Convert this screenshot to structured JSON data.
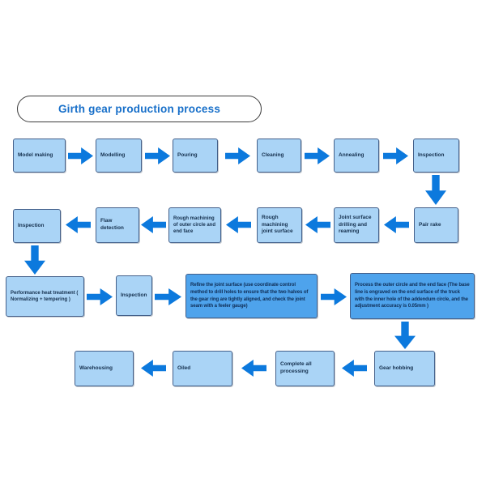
{
  "title": "Girth gear production process",
  "colors": {
    "title_text": "#176fc9",
    "box_fill": "#aad4f6",
    "box_fill_emphasis": "#4ea3ec",
    "box_border": "#44608a",
    "box_text": "#15304e",
    "arrow": "#0c79dd",
    "background": "#ffffff"
  },
  "nodes": {
    "model_making": "Model making",
    "modelling": "Modelling",
    "pouring": "Pouring",
    "cleaning": "Cleaning",
    "annealing": "Annealing",
    "inspection_after_annealing": "Inspection",
    "pair_rake": "Pair rake",
    "joint_surface_drilling_and_reaming": "Joint surface drilling and reaming",
    "rough_machining_joint_surface": "Rough machining joint surface",
    "rough_machining_outer_circle_end_face": "Rough machining of outer circle and end face",
    "flaw_detection": "Flaw detection",
    "inspection_after_flaw_detection": "Inspection",
    "performance_heat_treatment": "Performance heat treatment ( Normalizing + tempering )",
    "inspection_after_heat_treatment": "Inspection",
    "refine_joint_surface": "Refine the joint surface (use coordinate control method to drill holes to ensure that the two halves of the gear ring are tightly aligned, and check the joint seam with a feeler gauge)",
    "process_outer_circle_end_face": "Process the outer circle and the end face (The base line is engraved on the end surface of the truck with the inner hole of the addendum circle, and the adjustment accuracy is 0.05mm )",
    "gear_hobbing": "Gear hobbing",
    "complete_all_processing": "Complete all processing",
    "oiled": "Oiled",
    "warehousing": "Warehousing"
  },
  "edges": [
    {
      "from": "model_making",
      "to": "modelling",
      "direction": "right"
    },
    {
      "from": "modelling",
      "to": "pouring",
      "direction": "right"
    },
    {
      "from": "pouring",
      "to": "cleaning",
      "direction": "right"
    },
    {
      "from": "cleaning",
      "to": "annealing",
      "direction": "right"
    },
    {
      "from": "annealing",
      "to": "inspection_after_annealing",
      "direction": "right"
    },
    {
      "from": "inspection_after_annealing",
      "to": "pair_rake",
      "direction": "down"
    },
    {
      "from": "pair_rake",
      "to": "joint_surface_drilling_and_reaming",
      "direction": "left"
    },
    {
      "from": "joint_surface_drilling_and_reaming",
      "to": "rough_machining_joint_surface",
      "direction": "left"
    },
    {
      "from": "rough_machining_joint_surface",
      "to": "rough_machining_outer_circle_end_face",
      "direction": "left"
    },
    {
      "from": "rough_machining_outer_circle_end_face",
      "to": "flaw_detection",
      "direction": "left"
    },
    {
      "from": "flaw_detection",
      "to": "inspection_after_flaw_detection",
      "direction": "left"
    },
    {
      "from": "inspection_after_flaw_detection",
      "to": "performance_heat_treatment",
      "direction": "down"
    },
    {
      "from": "performance_heat_treatment",
      "to": "inspection_after_heat_treatment",
      "direction": "right"
    },
    {
      "from": "inspection_after_heat_treatment",
      "to": "refine_joint_surface",
      "direction": "right"
    },
    {
      "from": "refine_joint_surface",
      "to": "process_outer_circle_end_face",
      "direction": "right"
    },
    {
      "from": "process_outer_circle_end_face",
      "to": "gear_hobbing",
      "direction": "down"
    },
    {
      "from": "gear_hobbing",
      "to": "complete_all_processing",
      "direction": "left"
    },
    {
      "from": "complete_all_processing",
      "to": "oiled",
      "direction": "left"
    },
    {
      "from": "oiled",
      "to": "warehousing",
      "direction": "left"
    }
  ]
}
